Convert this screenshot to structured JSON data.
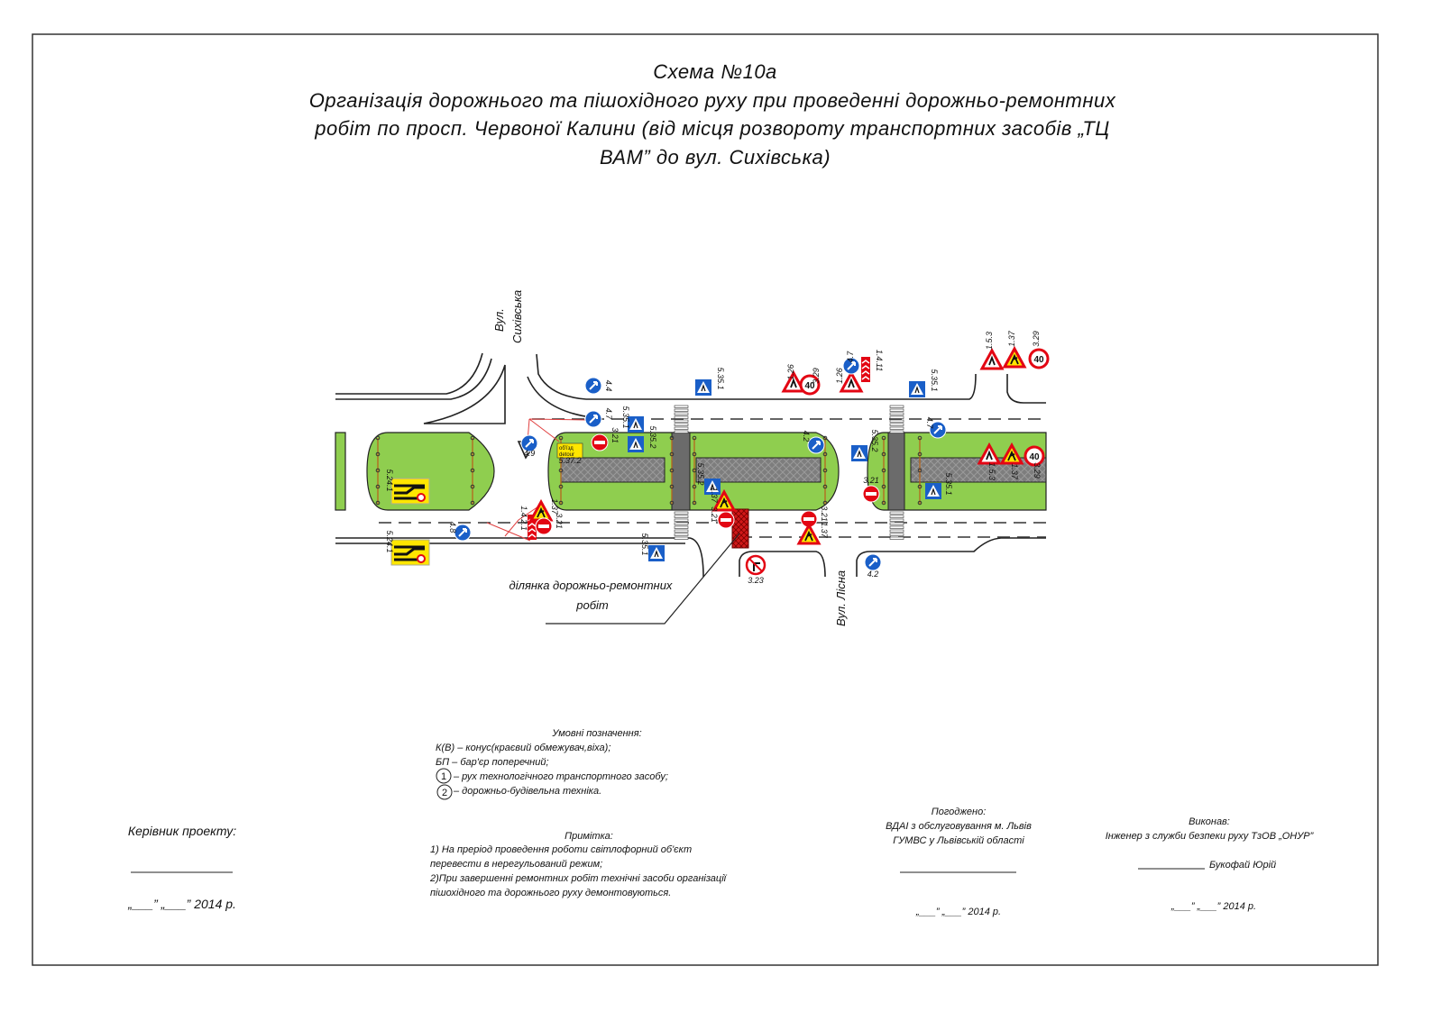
{
  "title": {
    "line1": "Схема №10а",
    "line2": "Організація дорожнього та пішохідного руху при проведенні дорожньо-ремонтних",
    "line3": "робіт по просп. Червоної Калини (від місця розвороту транспортних засобів „ТЦ",
    "line4": "ВАМ”  до вул. Сихівська)"
  },
  "streets": {
    "sykhivska": [
      "Вул.",
      "Сихівська"
    ],
    "lisna": "Вул. Лісна",
    "work_zone": [
      "ділянка дорожньо-ремонтних",
      "робіт"
    ]
  },
  "detour_sign": [
    "об'їзд",
    "detour"
  ],
  "signs": [
    {
      "code": "4.4",
      "type": "blue-arrow"
    },
    {
      "code": "4.7",
      "type": "blue-arrow"
    },
    {
      "code": "4.9",
      "type": "blue-arrow"
    },
    {
      "code": "3.21",
      "type": "no-entry"
    },
    {
      "code": "5.35.1",
      "type": "pedestrian-crossing"
    },
    {
      "code": "5.35.2",
      "type": "pedestrian-crossing"
    },
    {
      "code": "5.37.2",
      "type": "detour"
    },
    {
      "code": "5.24.1",
      "type": "lane-change"
    },
    {
      "code": "5.24.1",
      "type": "lane-change"
    },
    {
      "code": "4.8",
      "type": "blue-arrow"
    },
    {
      "code": "1.4.2.1",
      "type": "chevron"
    },
    {
      "code": "1.37",
      "type": "roadworks"
    },
    {
      "code": "3.21",
      "type": "no-entry"
    },
    {
      "code": "5.35.1",
      "type": "pedestrian-crossing"
    },
    {
      "code": "5.35.1",
      "type": "pedestrian-crossing"
    },
    {
      "code": "5.35.2",
      "type": "pedestrian-crossing"
    },
    {
      "code": "1.37",
      "type": "roadworks"
    },
    {
      "code": "3.21",
      "type": "no-entry"
    },
    {
      "code": "3.23",
      "type": "no-right-turn"
    },
    {
      "code": "4.2",
      "type": "blue-arrow"
    },
    {
      "code": "3.21",
      "type": "no-entry"
    },
    {
      "code": "1.37",
      "type": "roadworks"
    },
    {
      "code": "1.26",
      "type": "warning"
    },
    {
      "code": "3.29",
      "type": "speed-limit",
      "value": "40"
    },
    {
      "code": "1.26",
      "type": "warning"
    },
    {
      "code": "4.7",
      "type": "blue-arrow"
    },
    {
      "code": "1.4.11",
      "type": "chevron"
    },
    {
      "code": "5.35.2",
      "type": "pedestrian-crossing"
    },
    {
      "code": "3.21",
      "type": "no-entry"
    },
    {
      "code": "5.35.1",
      "type": "pedestrian-crossing"
    },
    {
      "code": "4.7",
      "type": "blue-arrow"
    },
    {
      "code": "1.5.3",
      "type": "warning"
    },
    {
      "code": "1.37",
      "type": "roadworks"
    },
    {
      "code": "3.29",
      "type": "speed-limit",
      "value": "40"
    },
    {
      "code": "1.5.3",
      "type": "warning"
    },
    {
      "code": "1.37",
      "type": "roadworks"
    },
    {
      "code": "3.29",
      "type": "speed-limit",
      "value": "40"
    },
    {
      "code": "5.35.1",
      "type": "pedestrian-crossing"
    },
    {
      "code": "4.2",
      "type": "blue-arrow"
    },
    {
      "code": ""
    }
  ],
  "legend": {
    "heading": "Умовні позначення:",
    "items": [
      "К(В) – конус(краєвий обмежувач,віха);",
      "БП – бар'єр поперечний;",
      "– рух технологічного транспортного засобу;",
      "– дорожньо-будівельна техніка."
    ],
    "markers": [
      "1",
      "2"
    ]
  },
  "note": {
    "heading": "Примітка:",
    "lines": [
      "1) На преріод проведення роботи світлофорний об'єкт",
      "перевести в нерегульований режим;",
      "2)При завершенні ремонтних робіт технічні засоби організації",
      "пішохідного та дорожнього руху демонтовуються."
    ]
  },
  "signatures": {
    "manager": {
      "label": "Керівник проекту:",
      "date": "„___”  „___” 2014 р."
    },
    "approved": {
      "label": "Погоджено:",
      "line1": "ВДАІ з обслуговування м. Львів",
      "line2": "ГУМВС у Львівській області",
      "date": "„___”  „___” 2014 р."
    },
    "executed": {
      "label": "Виконав:",
      "line1": "Інженер з служби безпеки руху ТзОВ „ОНУР”",
      "name": "Букофай Юрій",
      "date": "„___”  „___” 2014 р."
    }
  },
  "colors": {
    "island": "#8fce4f",
    "sign_blue": "#1a5fc8",
    "sign_red": "#e30613",
    "work_zone": "#d01818",
    "yellow": "#ffe600"
  }
}
